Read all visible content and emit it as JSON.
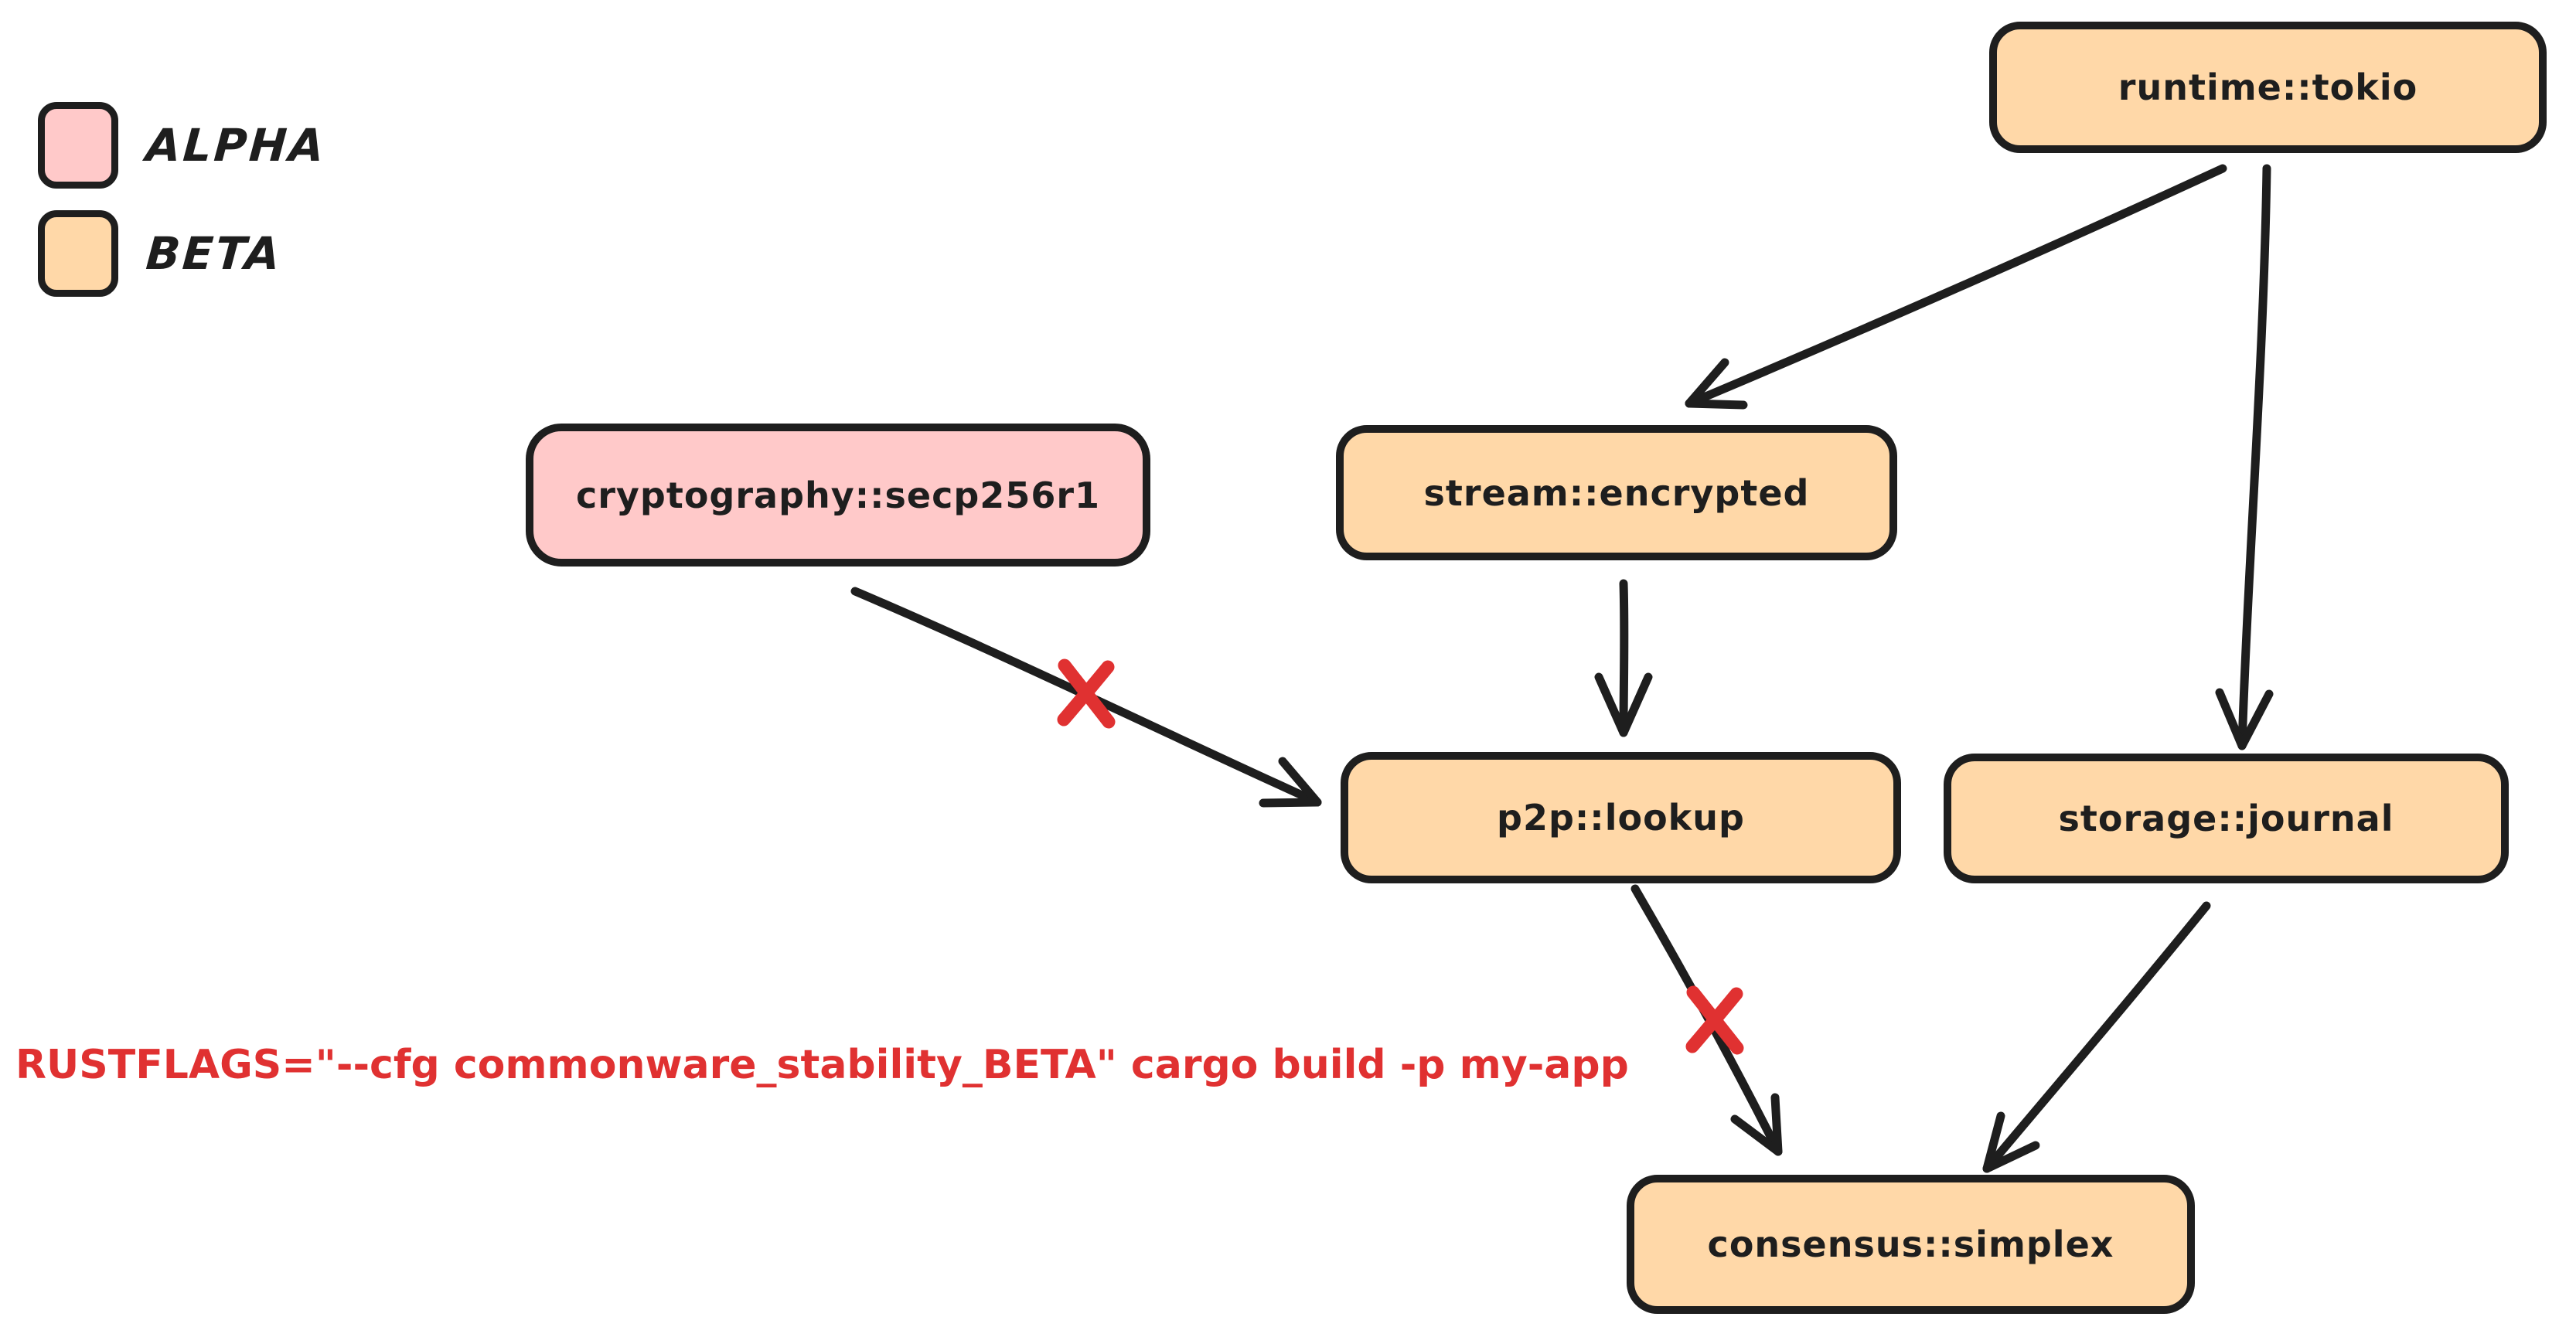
{
  "diagram": {
    "kind": "dependency-graph",
    "legend": {
      "items": [
        {
          "label": "ALPHA",
          "color": "#ffc9c9"
        },
        {
          "label": "BETA",
          "color": "#ffd8a8"
        }
      ]
    },
    "nodes": [
      {
        "id": "runtime-tokio",
        "label": "runtime::tokio",
        "stability": "BETA"
      },
      {
        "id": "cryptography-secp256r1",
        "label": "cryptography::secp256r1",
        "stability": "ALPHA"
      },
      {
        "id": "stream-encrypted",
        "label": "stream::encrypted",
        "stability": "BETA"
      },
      {
        "id": "p2p-lookup",
        "label": "p2p::lookup",
        "stability": "BETA"
      },
      {
        "id": "storage-journal",
        "label": "storage::journal",
        "stability": "BETA"
      },
      {
        "id": "consensus-simplex",
        "label": "consensus::simplex",
        "stability": "BETA"
      }
    ],
    "edges": [
      {
        "from": "runtime::tokio",
        "to": "stream::encrypted",
        "blocked": false
      },
      {
        "from": "runtime::tokio",
        "to": "storage::journal",
        "blocked": false
      },
      {
        "from": "stream::encrypted",
        "to": "p2p::lookup",
        "blocked": false
      },
      {
        "from": "cryptography::secp256r1",
        "to": "p2p::lookup",
        "blocked": true
      },
      {
        "from": "p2p::lookup",
        "to": "consensus::simplex",
        "blocked": true
      },
      {
        "from": "storage::journal",
        "to": "consensus::simplex",
        "blocked": false
      }
    ],
    "command": {
      "text": "RUSTFLAGS=\"--cfg commonware_stability_BETA\" cargo build -p my-app",
      "color": "#e03131"
    },
    "colors": {
      "alpha_fill": "#ffc9c9",
      "beta_fill": "#ffd8a8",
      "stroke": "#1e1e1e",
      "blocked_mark": "#e03131",
      "background": "#ffffff"
    }
  }
}
